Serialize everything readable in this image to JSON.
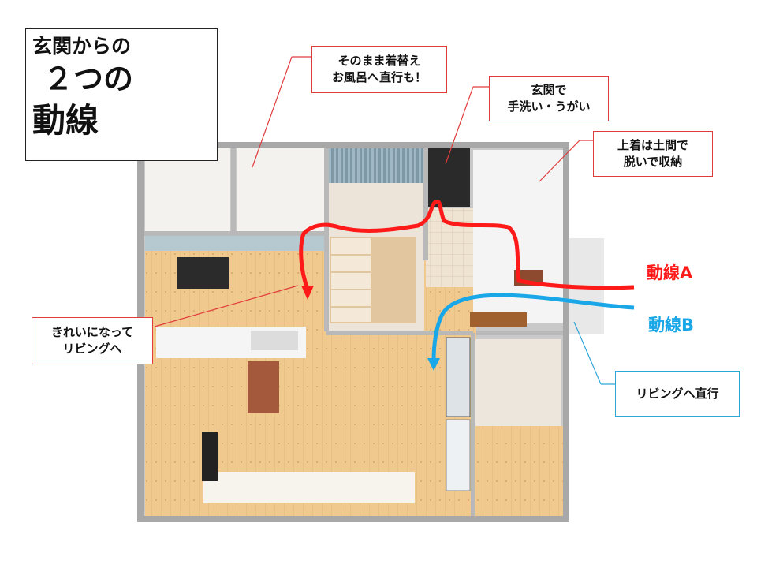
{
  "title": {
    "line1": "玄関からの",
    "line2": "２つの",
    "line3": "動線"
  },
  "callouts": {
    "bath": {
      "line1": "そのまま着替え",
      "line2": "お風呂へ直行も！"
    },
    "wash": {
      "line1": "玄関で",
      "line2": "手洗い・うがい"
    },
    "coat": {
      "line1": "上着は土間で",
      "line2": "脱いで収納"
    },
    "living_clean": {
      "line1": "きれいになって",
      "line2": "リビングへ"
    },
    "living_direct": {
      "line1": "リビングへ直行"
    }
  },
  "routes": {
    "a": {
      "label": "動線A",
      "color": "#ff1a1a"
    },
    "b": {
      "label": "動線B",
      "color": "#1aa7e8"
    }
  }
}
